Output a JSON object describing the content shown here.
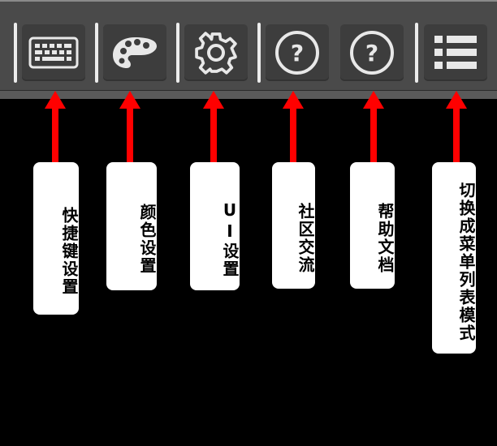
{
  "toolbar": {
    "buttons": [
      {
        "icon": "keyboard-icon",
        "tooltip": "快捷键设置"
      },
      {
        "icon": "palette-icon",
        "tooltip": "颜色设置"
      },
      {
        "icon": "gear-icon",
        "tooltip": "UI设置"
      },
      {
        "icon": "help-circle-icon",
        "tooltip": "社区交流"
      },
      {
        "icon": "help-circle-icon",
        "tooltip": "帮助文档"
      },
      {
        "icon": "list-icon",
        "tooltip": "切换成菜单列表模式"
      }
    ]
  },
  "colors": {
    "toolbar_bg": "#4a4a4a",
    "button_bg": "#3d3d3d",
    "icon": "#e8e8e8",
    "arrow": "#ff0000",
    "canvas_bg": "#000000",
    "label_bg": "#ffffff"
  }
}
